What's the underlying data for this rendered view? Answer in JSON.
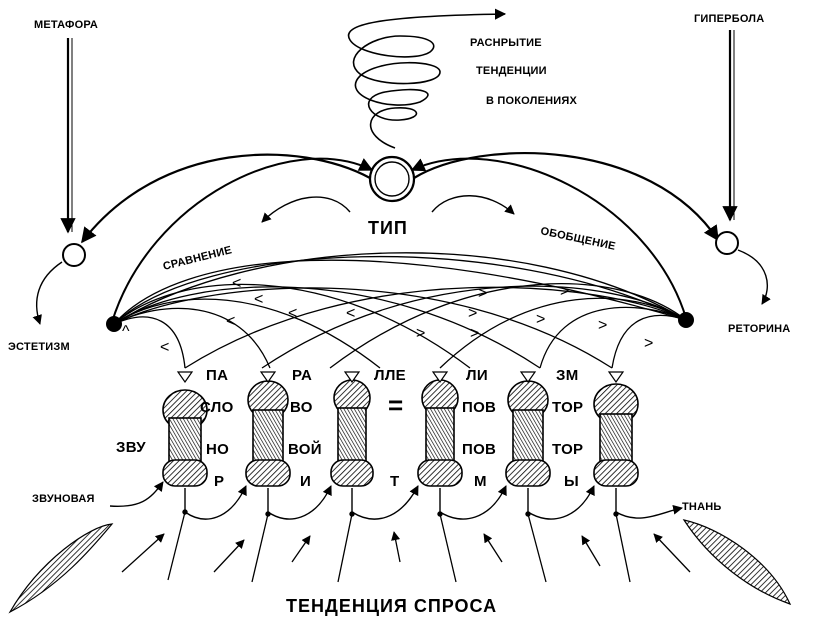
{
  "labels": {
    "metaphor": "МЕТАФОРА",
    "hyperbole": "ГИПЕРБОЛА",
    "reveal_1": "РАСНРЫТИЕ",
    "reveal_2": "ТЕНДЕНЦИИ",
    "reveal_3": "В ПОКОЛЕНИЯХ",
    "type": "ТИП",
    "comparison": "СРАВНЕНИЕ",
    "generalization": "ОБОБЩЕНИЕ",
    "aestheticism": "ЭСТЕТИЗМ",
    "rhetoric": "РЕТОРИНА",
    "sound": "ЗВУНОВАЯ",
    "fabric": "ТНАНЬ",
    "demand": "ТЕНДЕНЦИЯ СПРОСА"
  },
  "word_columns": [
    [
      "ЗВУ"
    ],
    [
      "ПА",
      "СЛО",
      "НО",
      "Р"
    ],
    [
      "РА",
      "ВО",
      "ВОЙ",
      "И"
    ],
    [
      "ЛЛЕ",
      "=",
      "Т"
    ],
    [
      "ЛИ",
      "ПОВ",
      "ПОВ",
      "М"
    ],
    [
      "ЗМ",
      "ТОР",
      "ТОР",
      "Ы"
    ]
  ]
}
